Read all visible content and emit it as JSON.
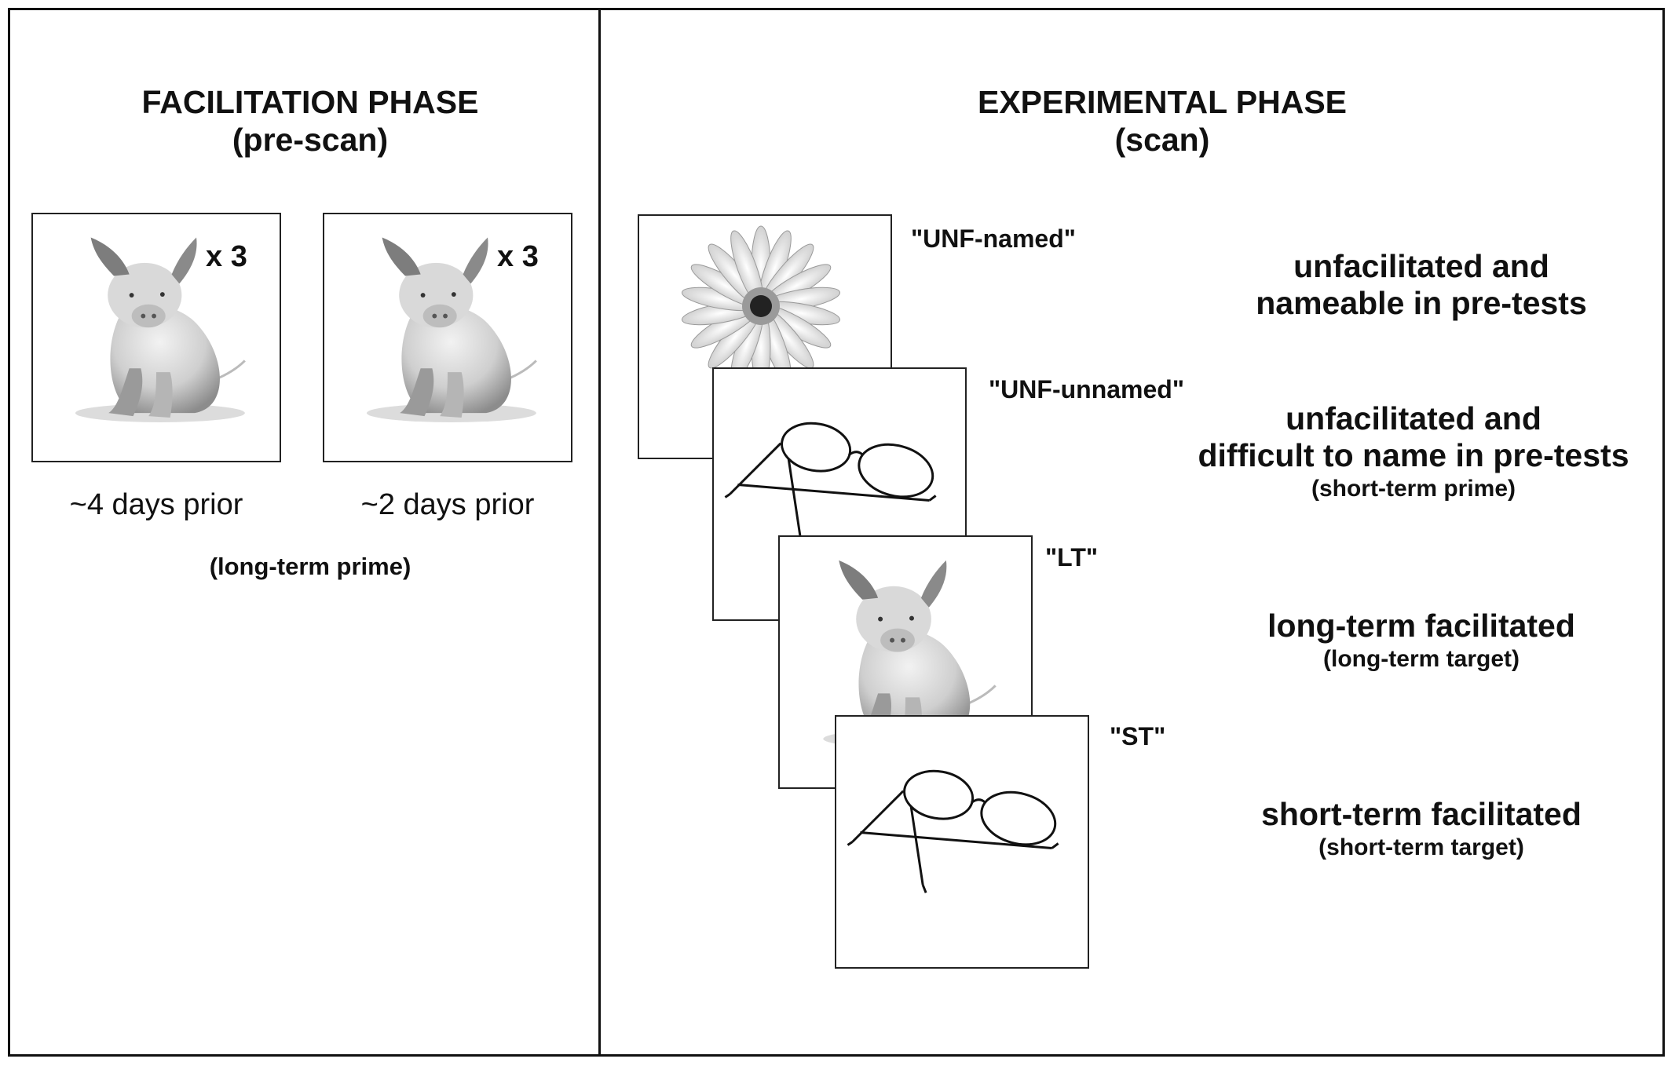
{
  "facilitation": {
    "title": "FACILITATION PHASE",
    "subtitle": "(pre-scan)",
    "repeat_1": "x 3",
    "repeat_2": "x 3",
    "time_1": "~4 days prior",
    "time_2": "~2 days prior",
    "prime_label": "(long-term prime)"
  },
  "experimental": {
    "title": "EXPERIMENTAL PHASE",
    "subtitle": "(scan)",
    "conditions": [
      {
        "code": "\"UNF-named\"",
        "line1": "unfacilitated and",
        "line2": "nameable in pre-tests",
        "note": ""
      },
      {
        "code": "\"UNF-unnamed\"",
        "line1": "unfacilitated and",
        "line2": "difficult to name in pre-tests",
        "note": "(short-term prime)"
      },
      {
        "code": "\"LT\"",
        "line1": "long-term facilitated",
        "line2": "",
        "note": "(long-term target)"
      },
      {
        "code": "\"ST\"",
        "line1": "short-term facilitated",
        "line2": "",
        "note": "(short-term target)"
      }
    ]
  },
  "icons": [
    "pig-image",
    "flower-image",
    "glasses-image"
  ]
}
